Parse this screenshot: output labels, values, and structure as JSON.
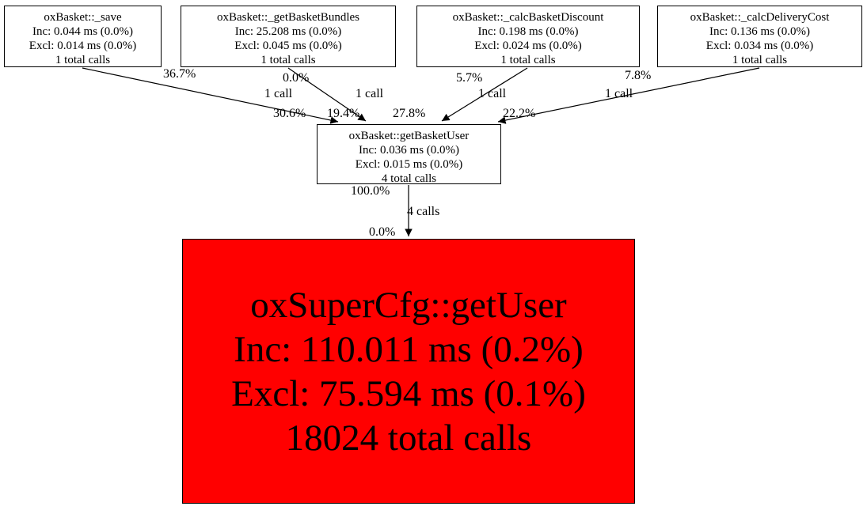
{
  "diagram": {
    "type": "profiler-callgraph",
    "colors": {
      "background": "#ffffff",
      "node_fill": "#ffffff",
      "hot_node_fill": "#ff0000",
      "node_border": "#000000",
      "edge": "#000000"
    },
    "nodes": [
      {
        "title": "oxBasket::_save",
        "inc": "Inc: 0.044 ms (0.0%)",
        "excl": "Excl: 0.014 ms (0.0%)",
        "calls": "1 total calls"
      },
      {
        "title": "oxBasket::_getBasketBundles",
        "inc": "Inc: 25.208 ms (0.0%)",
        "excl": "Excl: 0.045 ms (0.0%)",
        "calls": "1 total calls"
      },
      {
        "title": "oxBasket::_calcBasketDiscount",
        "inc": "Inc: 0.198 ms (0.0%)",
        "excl": "Excl: 0.024 ms (0.0%)",
        "calls": "1 total calls"
      },
      {
        "title": "oxBasket::_calcDeliveryCost",
        "inc": "Inc: 0.136 ms (0.0%)",
        "excl": "Excl: 0.034 ms (0.0%)",
        "calls": "1 total calls"
      },
      {
        "title": "oxBasket::getBasketUser",
        "inc": "Inc: 0.036 ms (0.0%)",
        "excl": "Excl: 0.015 ms (0.0%)",
        "calls": "4 total calls"
      },
      {
        "title": "oxSuperCfg::getUser",
        "inc": "Inc: 110.011 ms (0.2%)",
        "excl": "Excl: 75.594 ms (0.1%)",
        "calls": "18024 total calls"
      }
    ],
    "edges": [
      {
        "from": "oxBasket::_save",
        "to": "oxBasket::getBasketUser",
        "source_pct": "36.7%",
        "calls": "1 call",
        "target_pct": "30.6%"
      },
      {
        "from": "oxBasket::_getBasketBundles",
        "to": "oxBasket::getBasketUser",
        "source_pct": "0.0%",
        "calls": "1 call",
        "target_pct": "19.4%"
      },
      {
        "from": "oxBasket::_calcBasketDiscount",
        "to": "oxBasket::getBasketUser",
        "source_pct": "5.7%",
        "calls": "1 call",
        "target_pct": "27.8%"
      },
      {
        "from": "oxBasket::_calcDeliveryCost",
        "to": "oxBasket::getBasketUser",
        "source_pct": "7.8%",
        "calls": "1 call",
        "target_pct": "22.2%"
      },
      {
        "from": "oxBasket::getBasketUser",
        "to": "oxSuperCfg::getUser",
        "source_pct": "100.0%",
        "calls": "4 calls",
        "target_pct": "0.0%"
      }
    ]
  }
}
